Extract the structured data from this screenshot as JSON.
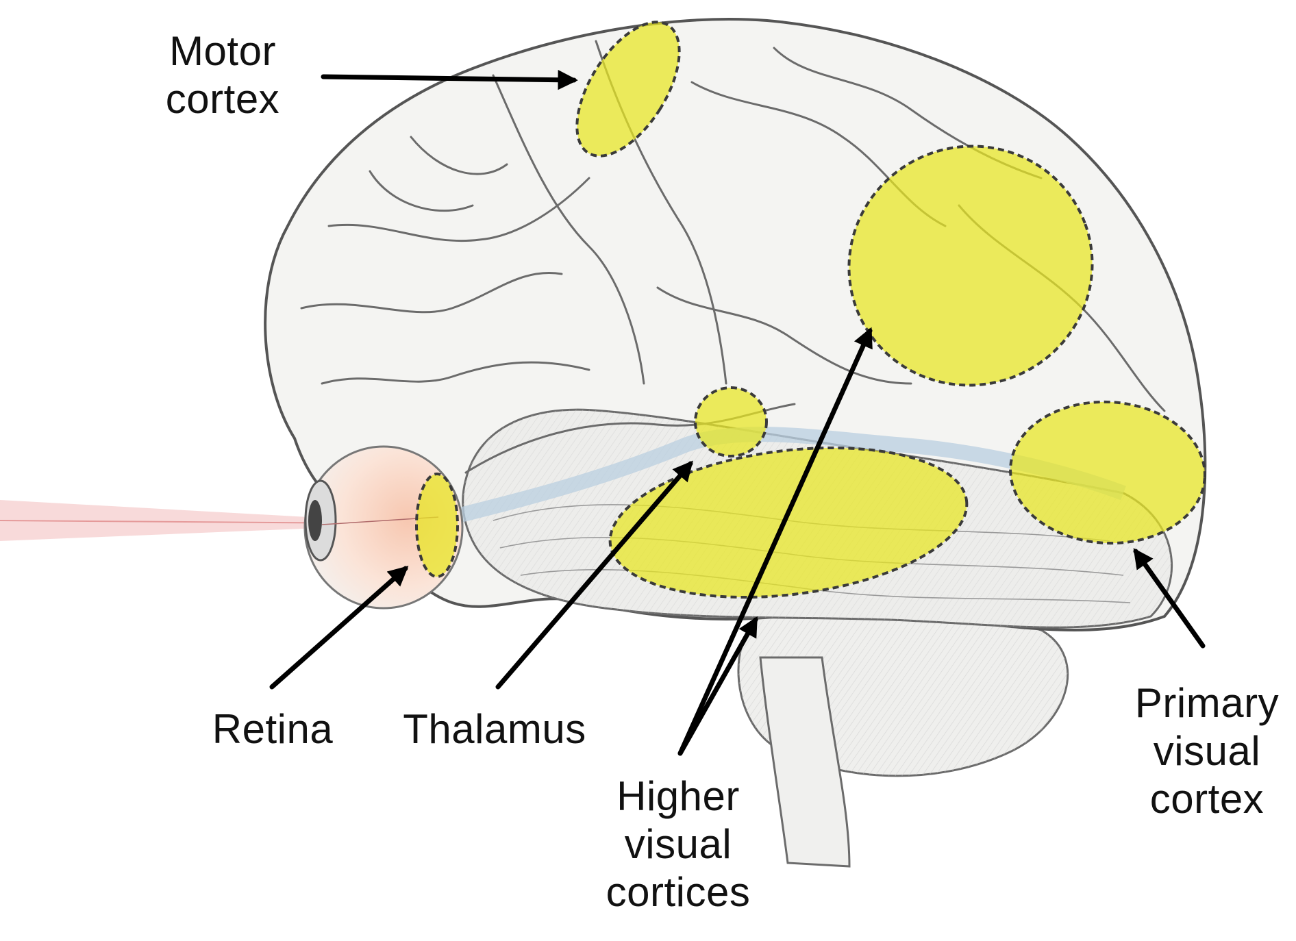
{
  "labels": {
    "motor_cortex": "Motor\ncortex",
    "retina": "Retina",
    "thalamus": "Thalamus",
    "higher_visual": "Higher\nvisual\ncortices",
    "primary_visual": "Primary\nvisual\ncortex"
  },
  "colors": {
    "highlight": "#e8e620",
    "highlight_outline": "#3a3a3a",
    "arrow": "#000000",
    "brain_fill": "#f4f4f2",
    "brain_line": "#6b6b6b",
    "light_ray": "#f2b6b6",
    "optic_tract": "#b9cfe0"
  }
}
